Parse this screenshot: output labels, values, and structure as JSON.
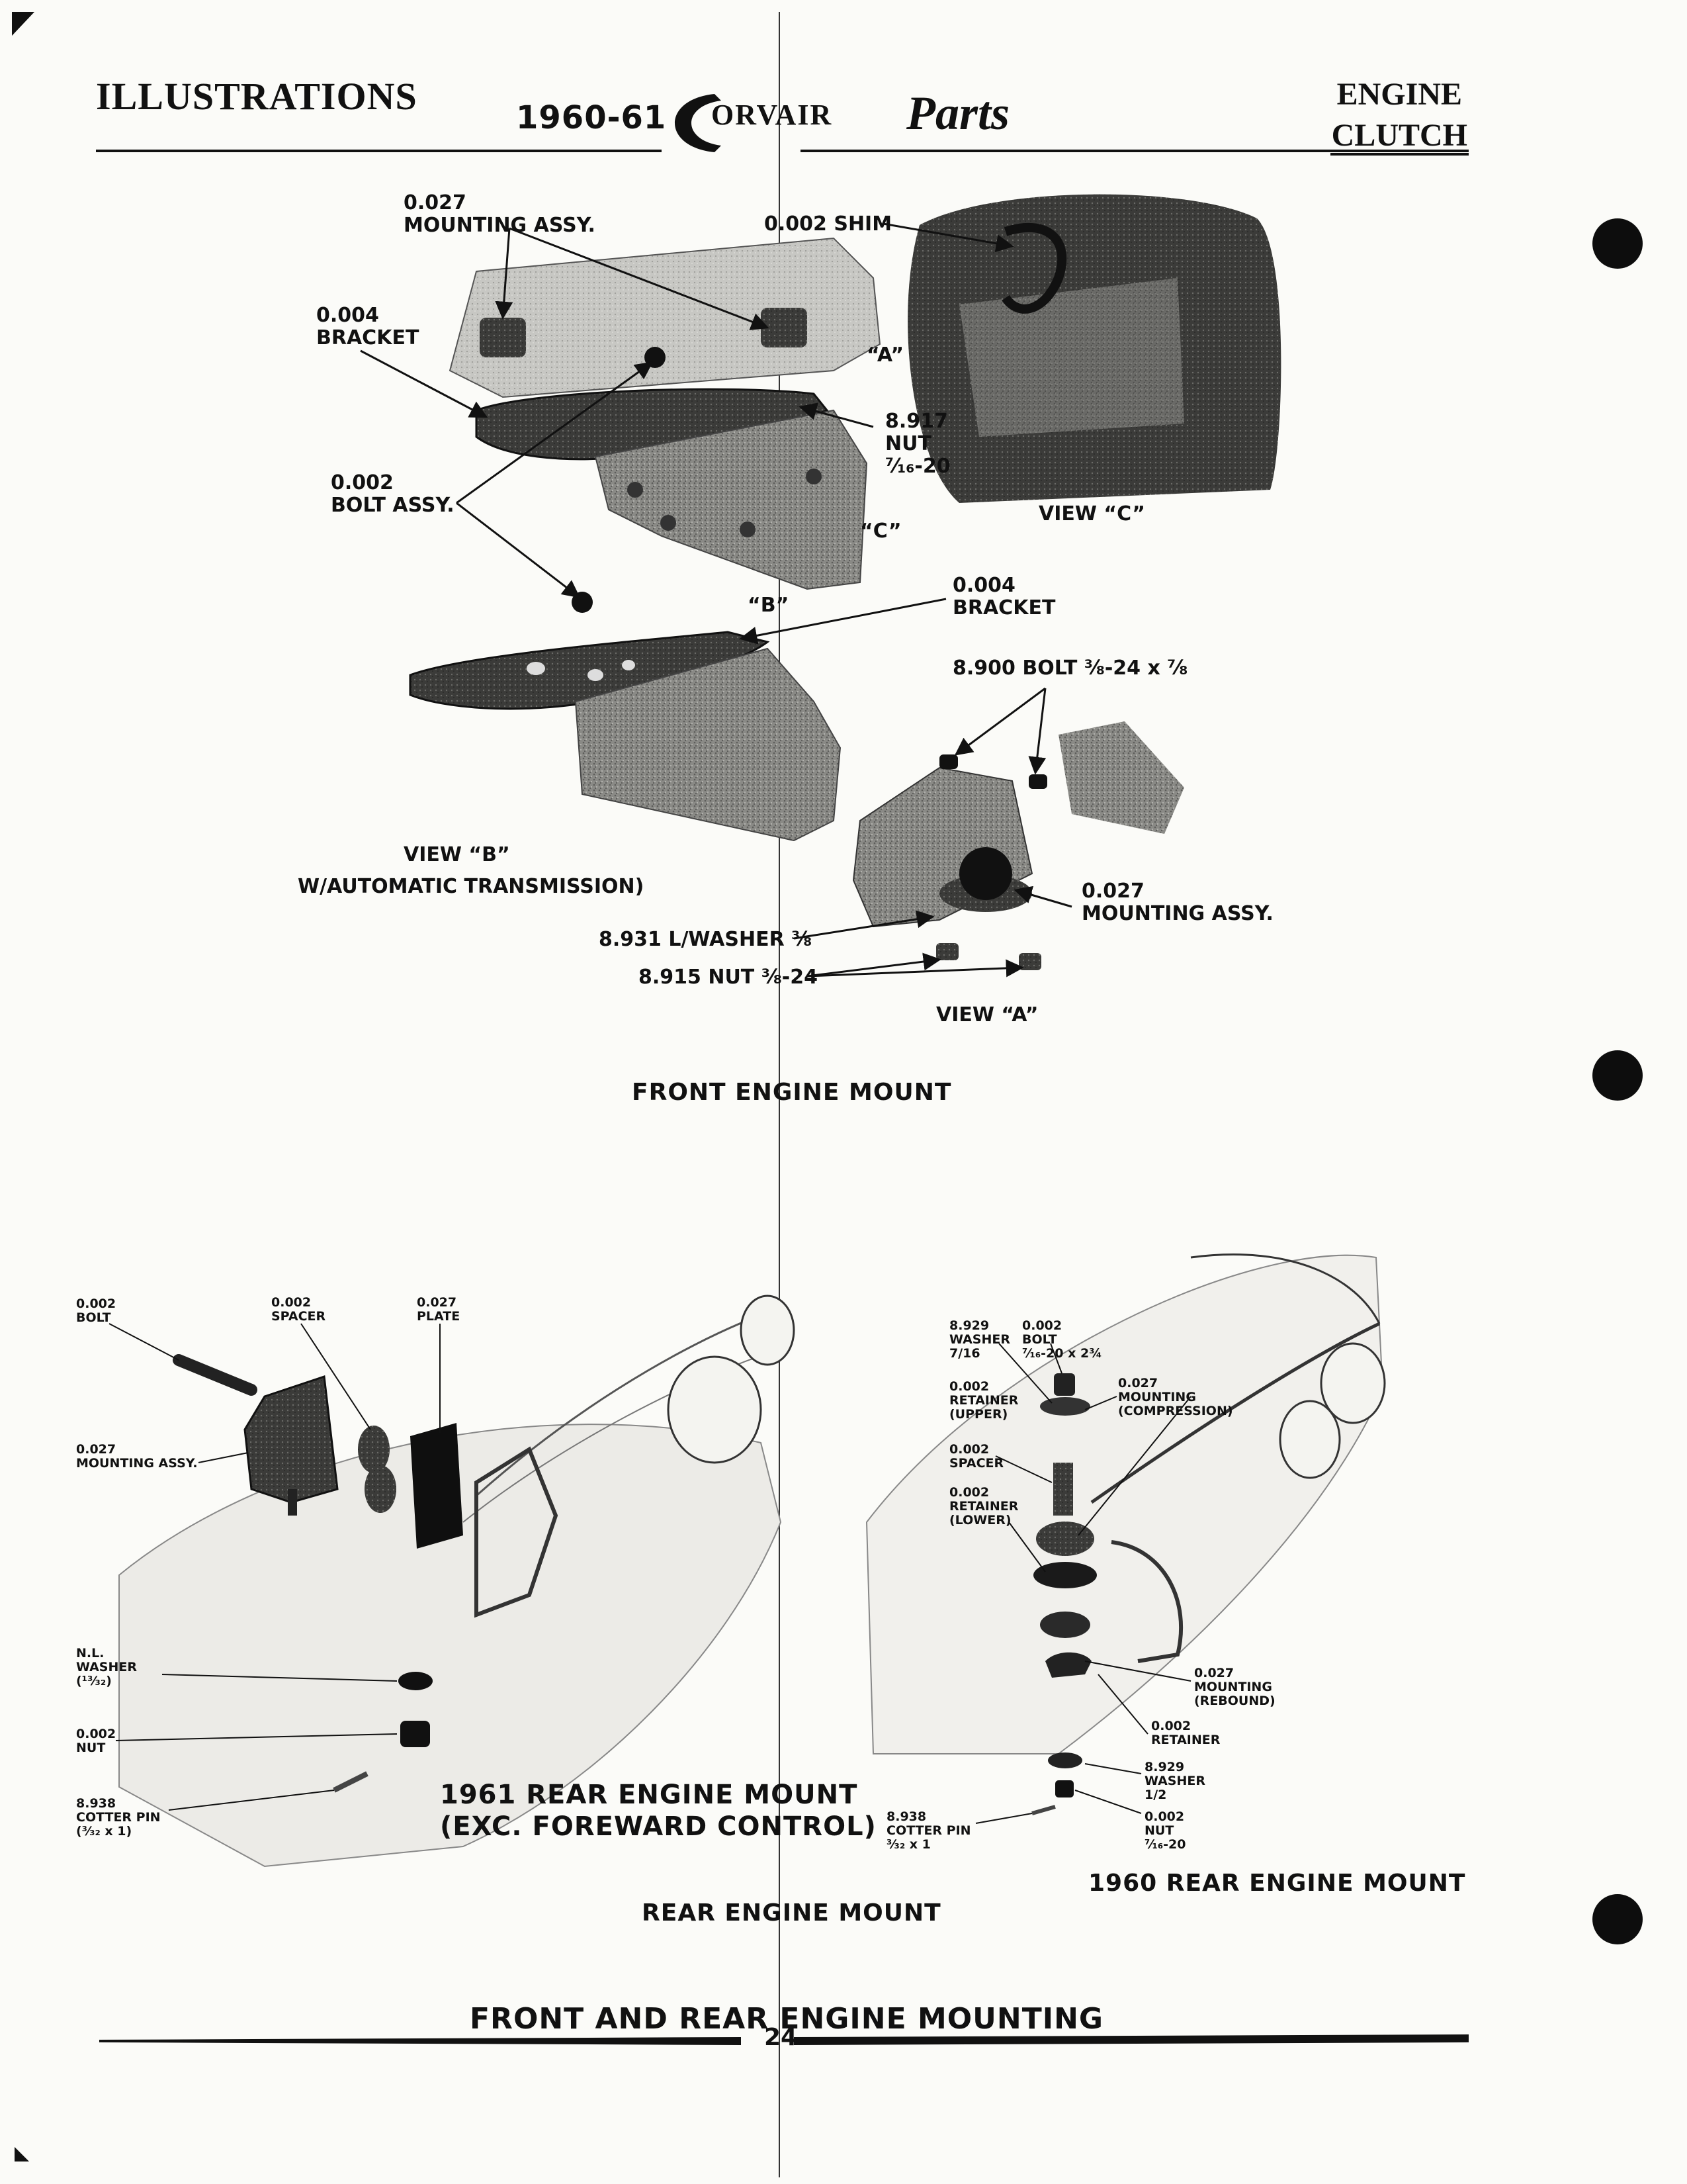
{
  "header": {
    "section_left": "ILLUSTRATIONS",
    "year": "1960-61",
    "brand": "ORVAIR",
    "brand_script": "Parts",
    "section_right_line1": "ENGINE",
    "section_right_line2": "CLUTCH"
  },
  "front_mount": {
    "labels": {
      "mounting_top": [
        "0.027",
        "MOUNTING ASSY."
      ],
      "shim": "0.002 SHIM",
      "bracket_top": [
        "0.004",
        "BRACKET"
      ],
      "view_a_tag": "“A”",
      "nut_916": [
        "8.917",
        "NUT",
        "⁷⁄₁₆-20"
      ],
      "bolt_assy": [
        "0.002",
        "BOLT ASSY."
      ],
      "view_c_tag": "“C”",
      "view_c": "VIEW “C”",
      "view_b_tag": "“B”",
      "bracket_mid": [
        "0.004",
        "BRACKET"
      ],
      "bolt_900": "8.900 BOLT ⅜-24 x ⅞",
      "view_b": "VIEW “B”",
      "auto_trans": "W/AUTOMATIC TRANSMISSION)",
      "mounting_a": [
        "0.027",
        "MOUNTING ASSY."
      ],
      "lwasher": "8.931 L/WASHER ⅜",
      "nut_915": "8.915 NUT ⅜-24",
      "view_a": "VIEW “A”"
    },
    "caption": "FRONT ENGINE MOUNT"
  },
  "rear_1961": {
    "labels": {
      "bolt": [
        "0.002",
        "BOLT"
      ],
      "spacer": [
        "0.002",
        "SPACER"
      ],
      "plate": [
        "0.027",
        "PLATE"
      ],
      "mounting": [
        "0.027",
        "MOUNTING ASSY."
      ],
      "washer": [
        "N.L.",
        "WASHER",
        "(¹³⁄₃₂)"
      ],
      "nut": [
        "0.002",
        "NUT"
      ],
      "cotter": [
        "8.938",
        "COTTER PIN",
        "(³⁄₃₂ x 1)"
      ]
    },
    "caption": [
      "1961 REAR ENGINE MOUNT",
      "(EXC. FOREWARD CONTROL)"
    ]
  },
  "rear_1960": {
    "labels": {
      "washer_716": [
        "8.929",
        "WASHER",
        "7/16"
      ],
      "bolt": [
        "0.002",
        "BOLT",
        "⁷⁄₁₆-20 x 2¾"
      ],
      "retainer_upper": [
        "0.002",
        "RETAINER",
        "(UPPER)"
      ],
      "mounting_comp": [
        "0.027",
        "MOUNTING",
        "(COMPRESSION)"
      ],
      "spacer": [
        "0.002",
        "SPACER"
      ],
      "retainer_lower": [
        "0.002",
        "RETAINER",
        "(LOWER)"
      ],
      "mounting_reb": [
        "0.027",
        "MOUNTING",
        "(REBOUND)"
      ],
      "retainer": [
        "0.002",
        "RETAINER"
      ],
      "washer_12": [
        "8.929",
        "WASHER",
        "1/2"
      ],
      "cotter": [
        "8.938",
        "COTTER PIN",
        "³⁄₃₂ x 1"
      ],
      "nut": [
        "0.002",
        "NUT",
        "⁷⁄₁₆-20"
      ]
    },
    "caption": "1960 REAR ENGINE MOUNT"
  },
  "rear_caption": "REAR ENGINE MOUNT",
  "page_title": "FRONT AND REAR ENGINE MOUNTING",
  "page_number": "24"
}
